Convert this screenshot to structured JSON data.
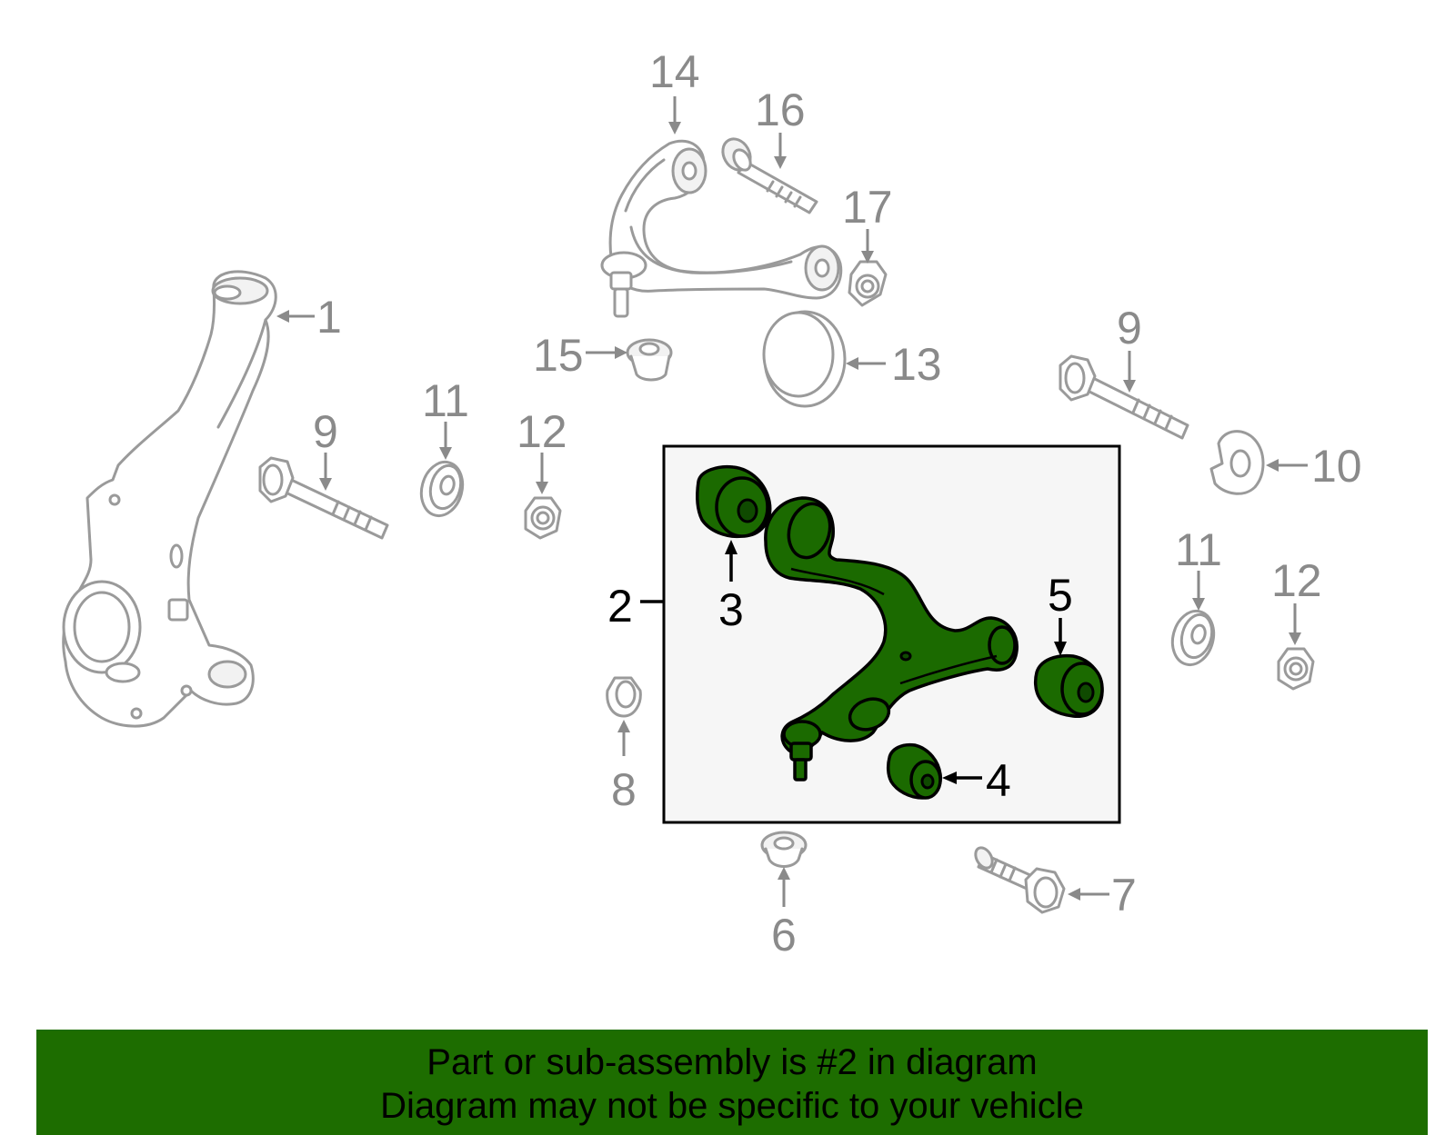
{
  "diagram": {
    "callouts": {
      "c1": "1",
      "c2": "2",
      "c3": "3",
      "c4": "4",
      "c5": "5",
      "c6": "6",
      "c7": "7",
      "c8": "8",
      "c9a": "9",
      "c9b": "9",
      "c10": "10",
      "c11a": "11",
      "c11b": "11",
      "c12a": "12",
      "c12b": "12",
      "c13": "13",
      "c14": "14",
      "c15": "15",
      "c16": "16",
      "c17": "17"
    },
    "colors": {
      "highlight_green": "#1b6a00",
      "banner_green": "#1d6d00",
      "part_grey": "#9a9a9a",
      "box_background": "#f6f6f6"
    }
  },
  "footer": {
    "line1": "Part or sub-assembly is #2 in diagram",
    "line2": "Diagram may not be specific to your vehicle"
  }
}
